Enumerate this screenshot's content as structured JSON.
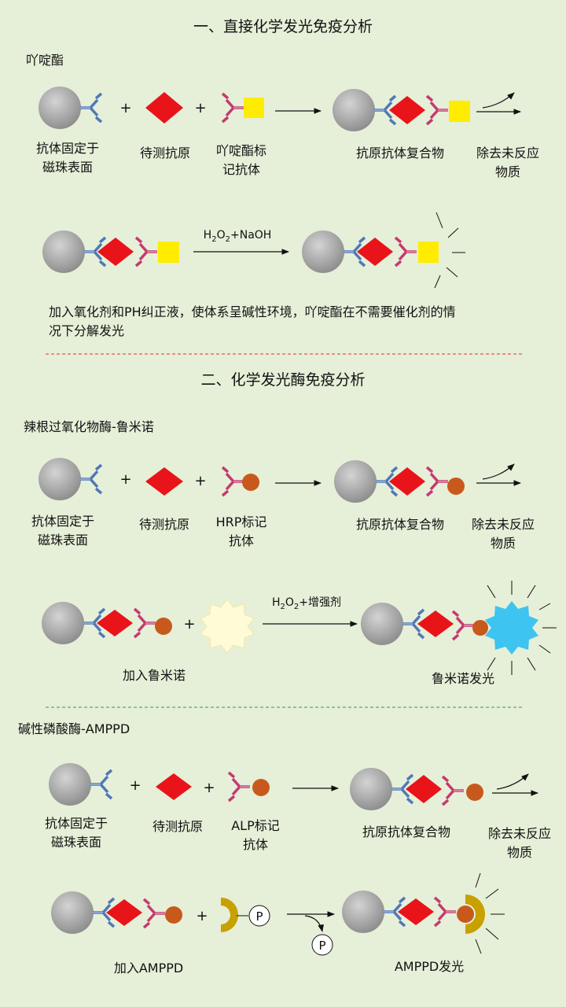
{
  "section1": {
    "title": "一、直接化学发光免疫分析",
    "subtitle": "吖啶酯",
    "labels": {
      "bead_line1": "抗体固定于",
      "bead_line2": "磁珠表面",
      "antigen": "待测抗原",
      "labeled_line1": "吖啶酯标",
      "labeled_line2": "记抗体",
      "complex": "抗原抗体复合物",
      "remove_line1": "除去未反应",
      "remove_line2": "物质"
    },
    "reagent_prefix": "H",
    "reagent_sub1": "2",
    "reagent_mid": "O",
    "reagent_sub2": "2",
    "reagent_suffix": "+NaOH",
    "desc_line1": "加入氧化剂和PH纠正液，使体系呈碱性环境，吖啶酯在不需要催化剂的情",
    "desc_line2": "况下分解发光"
  },
  "section2": {
    "title": "二、化学发光酶免疫分析",
    "hrp": {
      "subtitle": "辣根过氧化物酶-鲁米诺",
      "bead_line1": "抗体固定于",
      "bead_line2": "磁珠表面",
      "antigen": "待测抗原",
      "labeled_line1": "HRP标记",
      "labeled_line2": "抗体",
      "complex": "抗原抗体复合物",
      "remove_line1": "除去未反应",
      "remove_line2": "物质",
      "reagent_prefix": "H",
      "reagent_sub1": "2",
      "reagent_mid": "O",
      "reagent_sub2": "2",
      "reagent_suffix": "+增强剂",
      "add_label": "加入鲁米诺",
      "result_label": "鲁米诺发光"
    },
    "alp": {
      "subtitle": "碱性磷酸酶-AMPPD",
      "bead_line1": "抗体固定于",
      "bead_line2": "磁珠表面",
      "antigen": "待测抗原",
      "labeled_line1": "ALP标记",
      "labeled_line2": "抗体",
      "complex": "抗原抗体复合物",
      "remove_line1": "除去未反应",
      "remove_line2": "物质",
      "phosphate": "P",
      "add_label": "加入AMPPD",
      "result_label": "AMPPD发光"
    },
    "plus": "+"
  },
  "colors": {
    "background": "#e6efd8",
    "bead": "#a8a8a8",
    "capture_antibody": "#4f78b8",
    "antigen": "#e8141a",
    "labeled_antibody": "#c43a70",
    "acridinium": "#ffec00",
    "enzyme": "#c8591c",
    "luminol": "#fffbd6",
    "luminol_glow": "#3ec4f0",
    "ampdd": "#c8a000",
    "divider_red": "#e03030",
    "divider_green": "#2f9a5a"
  }
}
